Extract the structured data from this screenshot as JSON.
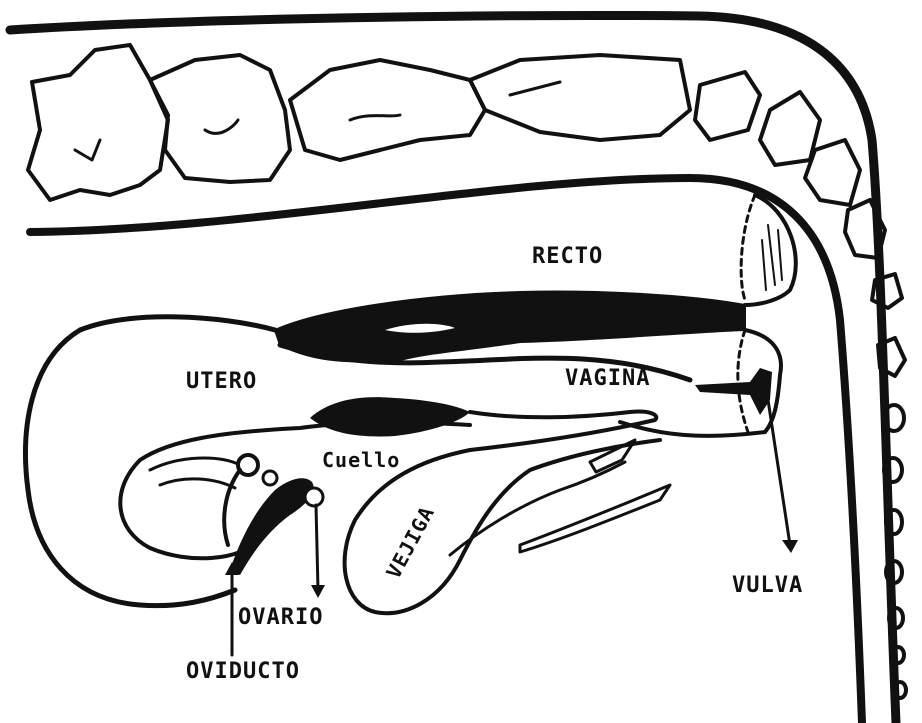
{
  "labels": {
    "recto": "RECTO",
    "utero": "UTERO",
    "vagina": "VAGINA",
    "cuello": "Cuello",
    "vejiga": "VEJIGA",
    "vulva": "VULVA",
    "ovario": "OVARIO",
    "oviducto": "OVIDUCTO"
  },
  "colors": {
    "ink": "#111111",
    "paper": "#ffffff"
  }
}
